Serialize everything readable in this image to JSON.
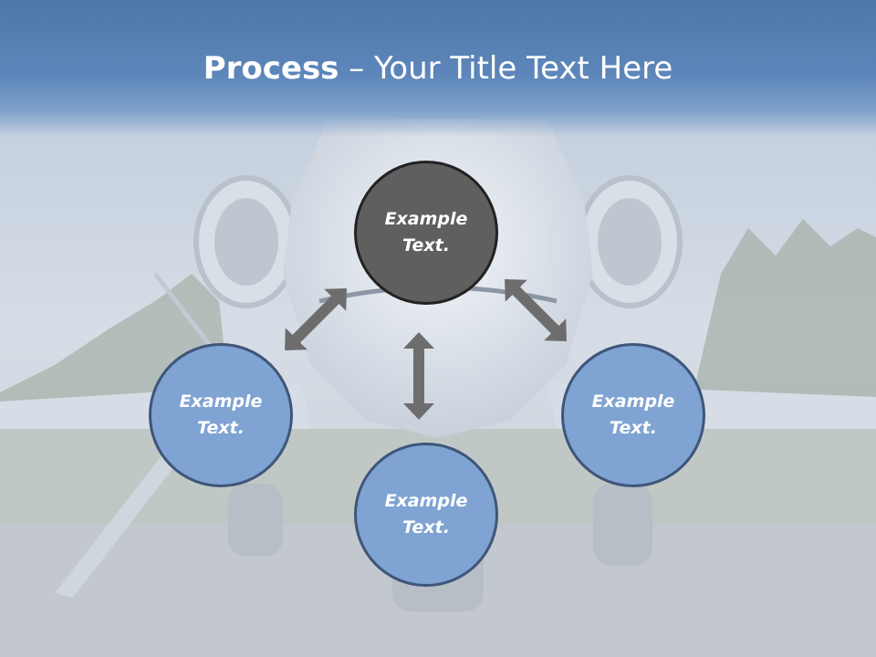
{
  "title": {
    "bold": "Process",
    "rest": " – Your Title Text Here"
  },
  "nodes": [
    {
      "text": "Example Text."
    },
    {
      "text": "Example Text."
    },
    {
      "text": "Example Text."
    },
    {
      "text": "Example Text."
    }
  ],
  "colors": {
    "title_band": "#5d86ba",
    "node_fill": "#7fa3d2",
    "node_border": "#3f5679",
    "center_fill": "#5f5f5f",
    "center_border": "#222222",
    "arrow": "#6d6d6d"
  }
}
